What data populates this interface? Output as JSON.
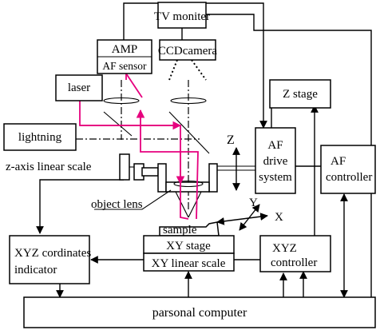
{
  "labels": {
    "tv_monitor": "TV moniter",
    "ccd_camera": "CCDcamera",
    "amp": "AMP",
    "af_sensor": "AF sensor",
    "laser": "laser",
    "lightning": "lightning",
    "z_stage": "Z stage",
    "z_axis": "Z",
    "af_drive_1": "AF",
    "af_drive_2": "drive",
    "af_drive_3": "system",
    "af_controller_1": "AF",
    "af_controller_2": "controller",
    "z_axis_scale": "z-axis linear scale",
    "object_lens": "object lens",
    "sample": "sample",
    "axis_x": "X",
    "axis_y": "Y",
    "xyz_indicator_1": "XYZ cordinates",
    "xyz_indicator_2": "indicator",
    "xy_stage": "XY stage",
    "xy_linear_scale": "XY linear scale",
    "xyz_controller_1": "XYZ",
    "xyz_controller_2": "controller",
    "personal_computer": "parsonal computer"
  },
  "colors": {
    "laser_path": "#e6007e",
    "line": "#000000",
    "background": "#ffffff"
  }
}
